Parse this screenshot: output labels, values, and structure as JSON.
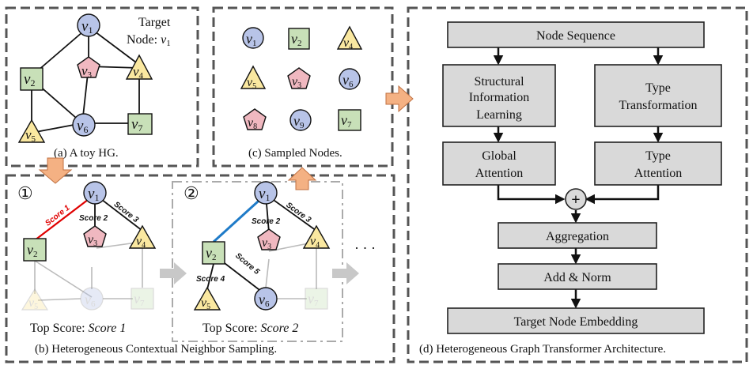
{
  "panels": {
    "a_caption": "(a) A toy HG.",
    "b_caption": "(b) Heterogeneous Contextual Neighbor Sampling.",
    "c_caption": "(c) Sampled Nodes.",
    "d_caption": "(d) Heterogeneous Graph Transformer Architecture."
  },
  "target_label_line1": "Target",
  "target_label_line2": "Node:",
  "target_label_node": "v",
  "target_label_sub": "1",
  "node_letter": "v",
  "nodes": {
    "v1": "1",
    "v2": "2",
    "v3": "3",
    "v4": "4",
    "v5": "5",
    "v6": "6",
    "v7": "7",
    "v8": "8",
    "v9": "9"
  },
  "steps": {
    "step1": "①",
    "step2": "②",
    "ellipsis": "· · ·"
  },
  "scores": {
    "s1": "Score 1",
    "s2": "Score 2",
    "s3": "Score 3",
    "s4": "Score 4",
    "s5": "Score 5"
  },
  "top_score": {
    "prefix": "Top Score: ",
    "first": "Score 1",
    "second": "Score 2"
  },
  "architecture": {
    "node_sequence": "Node Sequence",
    "structural_1": "Structural",
    "structural_2": "Information",
    "structural_3": "Learning",
    "type_trans_1": "Type",
    "type_trans_2": "Transformation",
    "global_1": "Global",
    "global_2": "Attention",
    "type_att_1": "Type",
    "type_att_2": "Attention",
    "plus": "+",
    "aggregation": "Aggregation",
    "add_norm": "Add & Norm",
    "target_embedding": "Target Node Embedding"
  },
  "colors": {
    "circle_node": "#b8c4e8",
    "square_node": "#c8e0b8",
    "triangle_node": "#fae8a0",
    "pentagon_node": "#f0b8c0",
    "box_fill": "#d9d9d9",
    "arrow_orange": "#f4b183",
    "score1_red": "#e00000",
    "highlight_blue": "#1f7bc8"
  }
}
